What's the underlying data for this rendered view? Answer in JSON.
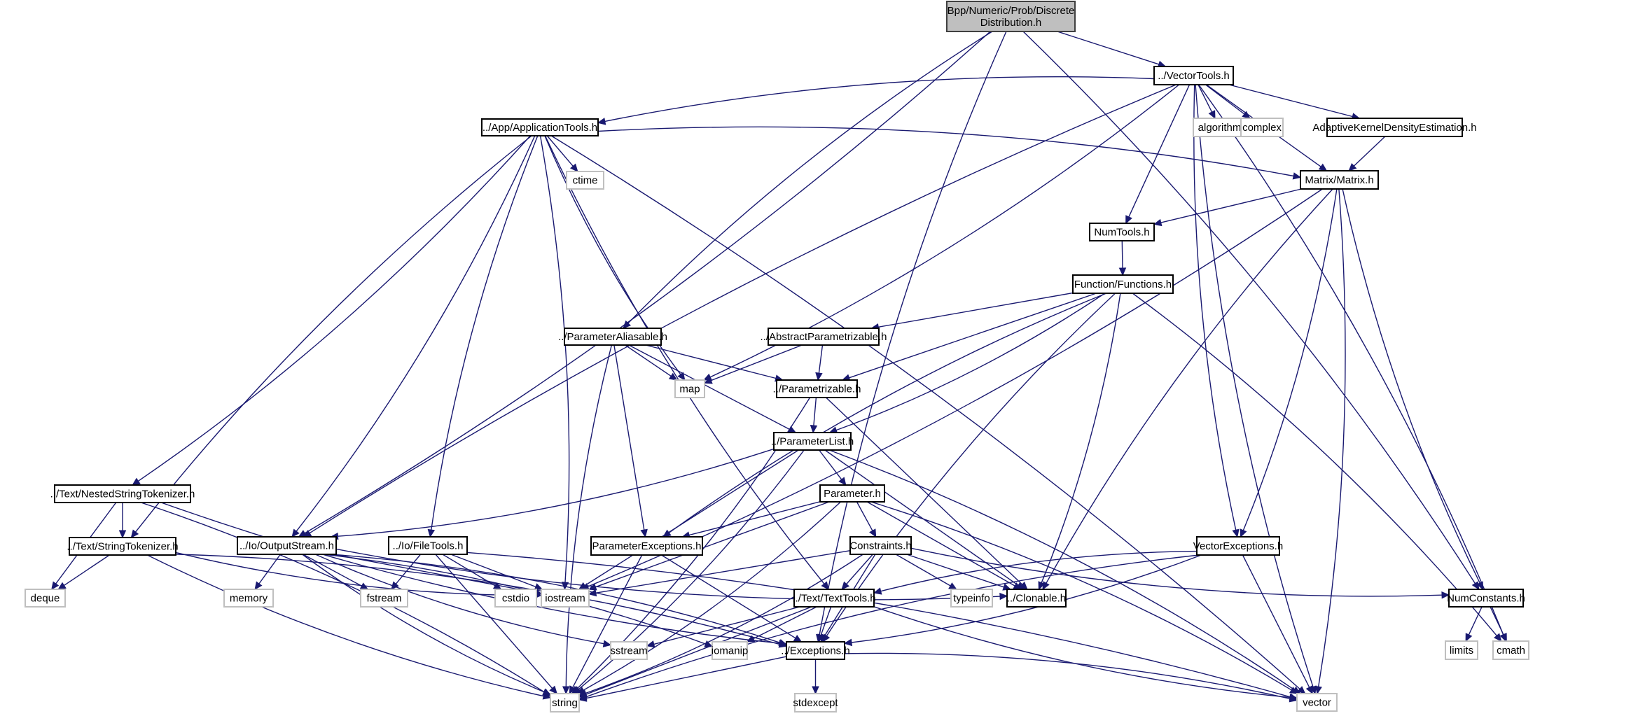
{
  "title": "Bpp/Numeric/Prob/DiscreteDistribution.h include dependency graph",
  "colors": {
    "edge": "#191970",
    "main_fill": "#bfbfbf",
    "local_border": "#000000",
    "system_border": "#bfbfbf"
  },
  "nodes": [
    {
      "id": "dd",
      "label": [
        "Bpp/Numeric/Prob/Discrete",
        "Distribution.h"
      ],
      "kind": "main"
    },
    {
      "id": "vectortools",
      "label": [
        "../VectorTools.h"
      ],
      "kind": "local"
    },
    {
      "id": "algorithm",
      "label": [
        "algorithm"
      ],
      "kind": "system"
    },
    {
      "id": "complex",
      "label": [
        "complex"
      ],
      "kind": "system"
    },
    {
      "id": "akde",
      "label": [
        "AdaptiveKernelDensityEstimation.h"
      ],
      "kind": "local"
    },
    {
      "id": "apptools",
      "label": [
        "../App/ApplicationTools.h"
      ],
      "kind": "local"
    },
    {
      "id": "ctime",
      "label": [
        "ctime"
      ],
      "kind": "system"
    },
    {
      "id": "matrix",
      "label": [
        "Matrix/Matrix.h"
      ],
      "kind": "local"
    },
    {
      "id": "numtools",
      "label": [
        "NumTools.h"
      ],
      "kind": "local"
    },
    {
      "id": "functions",
      "label": [
        "Function/Functions.h"
      ],
      "kind": "local"
    },
    {
      "id": "paramaliasable",
      "label": [
        "../ParameterAliasable.h"
      ],
      "kind": "local"
    },
    {
      "id": "absparam",
      "label": [
        "../AbstractParametrizable.h"
      ],
      "kind": "local"
    },
    {
      "id": "map",
      "label": [
        "map"
      ],
      "kind": "system"
    },
    {
      "id": "parametrizable",
      "label": [
        "../Parametrizable.h"
      ],
      "kind": "local"
    },
    {
      "id": "paramlist",
      "label": [
        "../ParameterList.h"
      ],
      "kind": "local"
    },
    {
      "id": "parameter",
      "label": [
        "Parameter.h"
      ],
      "kind": "local"
    },
    {
      "id": "constraints",
      "label": [
        "Constraints.h"
      ],
      "kind": "local"
    },
    {
      "id": "nestedtok",
      "label": [
        "../Text/NestedStringTokenizer.h"
      ],
      "kind": "local"
    },
    {
      "id": "stringtok",
      "label": [
        "../Text/StringTokenizer.h"
      ],
      "kind": "local"
    },
    {
      "id": "outputstream",
      "label": [
        "../Io/OutputStream.h"
      ],
      "kind": "local"
    },
    {
      "id": "filetools",
      "label": [
        "../Io/FileTools.h"
      ],
      "kind": "local"
    },
    {
      "id": "paramexc",
      "label": [
        "ParameterExceptions.h"
      ],
      "kind": "local"
    },
    {
      "id": "vectorexc",
      "label": [
        "VectorExceptions.h"
      ],
      "kind": "local"
    },
    {
      "id": "deque",
      "label": [
        "deque"
      ],
      "kind": "system"
    },
    {
      "id": "memory",
      "label": [
        "memory"
      ],
      "kind": "system"
    },
    {
      "id": "fstream",
      "label": [
        "fstream"
      ],
      "kind": "system"
    },
    {
      "id": "cstdio",
      "label": [
        "cstdio"
      ],
      "kind": "system"
    },
    {
      "id": "iostream",
      "label": [
        "iostream"
      ],
      "kind": "system"
    },
    {
      "id": "typeinfo",
      "label": [
        "typeinfo"
      ],
      "kind": "system"
    },
    {
      "id": "clonable",
      "label": [
        "../Clonable.h"
      ],
      "kind": "local"
    },
    {
      "id": "texttools",
      "label": [
        "../Text/TextTools.h"
      ],
      "kind": "local"
    },
    {
      "id": "numconstants",
      "label": [
        "NumConstants.h"
      ],
      "kind": "local"
    },
    {
      "id": "sstream",
      "label": [
        "sstream"
      ],
      "kind": "system"
    },
    {
      "id": "iomanip",
      "label": [
        "iomanip"
      ],
      "kind": "system"
    },
    {
      "id": "exceptions",
      "label": [
        "../Exceptions.h"
      ],
      "kind": "local"
    },
    {
      "id": "limits",
      "label": [
        "limits"
      ],
      "kind": "system"
    },
    {
      "id": "cmath",
      "label": [
        "cmath"
      ],
      "kind": "system"
    },
    {
      "id": "string",
      "label": [
        "string"
      ],
      "kind": "system"
    },
    {
      "id": "stdexcept",
      "label": [
        "stdexcept"
      ],
      "kind": "system"
    },
    {
      "id": "vector",
      "label": [
        "vector"
      ],
      "kind": "system"
    }
  ],
  "edges": [
    [
      "dd",
      "vectortools"
    ],
    [
      "dd",
      "paramaliasable"
    ],
    [
      "dd",
      "outputstream"
    ],
    [
      "dd",
      "exceptions"
    ],
    [
      "dd",
      "numconstants"
    ],
    [
      "vectortools",
      "apptools"
    ],
    [
      "vectortools",
      "algorithm"
    ],
    [
      "vectortools",
      "complex"
    ],
    [
      "vectortools",
      "akde"
    ],
    [
      "vectortools",
      "matrix"
    ],
    [
      "vectortools",
      "numtools"
    ],
    [
      "vectortools",
      "vectorexc"
    ],
    [
      "vectortools",
      "map"
    ],
    [
      "vectortools",
      "outputstream"
    ],
    [
      "vectortools",
      "cmath"
    ],
    [
      "vectortools",
      "vector"
    ],
    [
      "akde",
      "matrix"
    ],
    [
      "apptools",
      "ctime"
    ],
    [
      "apptools",
      "matrix"
    ],
    [
      "apptools",
      "map"
    ],
    [
      "apptools",
      "nestedtok"
    ],
    [
      "apptools",
      "stringtok"
    ],
    [
      "apptools",
      "outputstream"
    ],
    [
      "apptools",
      "filetools"
    ],
    [
      "apptools",
      "iostream"
    ],
    [
      "apptools",
      "texttools"
    ],
    [
      "apptools",
      "vector"
    ],
    [
      "matrix",
      "numtools"
    ],
    [
      "matrix",
      "iostream"
    ],
    [
      "matrix",
      "clonable"
    ],
    [
      "matrix",
      "vectorexc"
    ],
    [
      "matrix",
      "numconstants"
    ],
    [
      "matrix",
      "vector"
    ],
    [
      "numtools",
      "functions"
    ],
    [
      "functions",
      "absparam"
    ],
    [
      "functions",
      "parametrizable"
    ],
    [
      "functions",
      "paramlist"
    ],
    [
      "functions",
      "paramexc"
    ],
    [
      "functions",
      "clonable"
    ],
    [
      "functions",
      "exceptions"
    ],
    [
      "functions",
      "cmath"
    ],
    [
      "paramaliasable",
      "map"
    ],
    [
      "paramaliasable",
      "parametrizable"
    ],
    [
      "paramaliasable",
      "paramlist"
    ],
    [
      "paramaliasable",
      "paramexc"
    ],
    [
      "paramaliasable",
      "string"
    ],
    [
      "absparam",
      "map"
    ],
    [
      "absparam",
      "parametrizable"
    ],
    [
      "parametrizable",
      "paramlist"
    ],
    [
      "parametrizable",
      "clonable"
    ],
    [
      "parametrizable",
      "string"
    ],
    [
      "paramlist",
      "parameter"
    ],
    [
      "paramlist",
      "outputstream"
    ],
    [
      "paramlist",
      "iostream"
    ],
    [
      "paramlist",
      "string"
    ],
    [
      "paramlist",
      "clonable"
    ],
    [
      "paramlist",
      "vector"
    ],
    [
      "parameter",
      "constraints"
    ],
    [
      "parameter",
      "paramexc"
    ],
    [
      "parameter",
      "iostream"
    ],
    [
      "parameter",
      "string"
    ],
    [
      "parameter",
      "clonable"
    ],
    [
      "parameter",
      "vector"
    ],
    [
      "constraints",
      "texttools"
    ],
    [
      "constraints",
      "typeinfo"
    ],
    [
      "constraints",
      "clonable"
    ],
    [
      "constraints",
      "exceptions"
    ],
    [
      "constraints",
      "iostream"
    ],
    [
      "constraints",
      "string"
    ],
    [
      "constraints",
      "numconstants"
    ],
    [
      "nestedtok",
      "stringtok"
    ],
    [
      "nestedtok",
      "deque"
    ],
    [
      "nestedtok",
      "string"
    ],
    [
      "nestedtok",
      "exceptions"
    ],
    [
      "stringtok",
      "deque"
    ],
    [
      "stringtok",
      "string"
    ],
    [
      "stringtok",
      "exceptions"
    ],
    [
      "stringtok",
      "iostream"
    ],
    [
      "outputstream",
      "memory"
    ],
    [
      "outputstream",
      "fstream"
    ],
    [
      "outputstream",
      "iostream"
    ],
    [
      "outputstream",
      "string"
    ],
    [
      "outputstream",
      "exceptions"
    ],
    [
      "outputstream",
      "sstream"
    ],
    [
      "outputstream",
      "iomanip"
    ],
    [
      "outputstream",
      "clonable"
    ],
    [
      "filetools",
      "fstream"
    ],
    [
      "filetools",
      "cstdio"
    ],
    [
      "filetools",
      "iostream"
    ],
    [
      "filetools",
      "string"
    ],
    [
      "filetools",
      "vector"
    ],
    [
      "paramexc",
      "string"
    ],
    [
      "paramexc",
      "exceptions"
    ],
    [
      "vectorexc",
      "texttools"
    ],
    [
      "vectorexc",
      "exceptions"
    ],
    [
      "vectorexc",
      "string"
    ],
    [
      "vectorexc",
      "vector"
    ],
    [
      "texttools",
      "sstream"
    ],
    [
      "texttools",
      "iomanip"
    ],
    [
      "texttools",
      "exceptions"
    ],
    [
      "texttools",
      "string"
    ],
    [
      "texttools",
      "vector"
    ],
    [
      "numconstants",
      "limits"
    ],
    [
      "numconstants",
      "cmath"
    ],
    [
      "exceptions",
      "stdexcept"
    ],
    [
      "exceptions",
      "string"
    ],
    [
      "exceptions",
      "vector"
    ]
  ]
}
